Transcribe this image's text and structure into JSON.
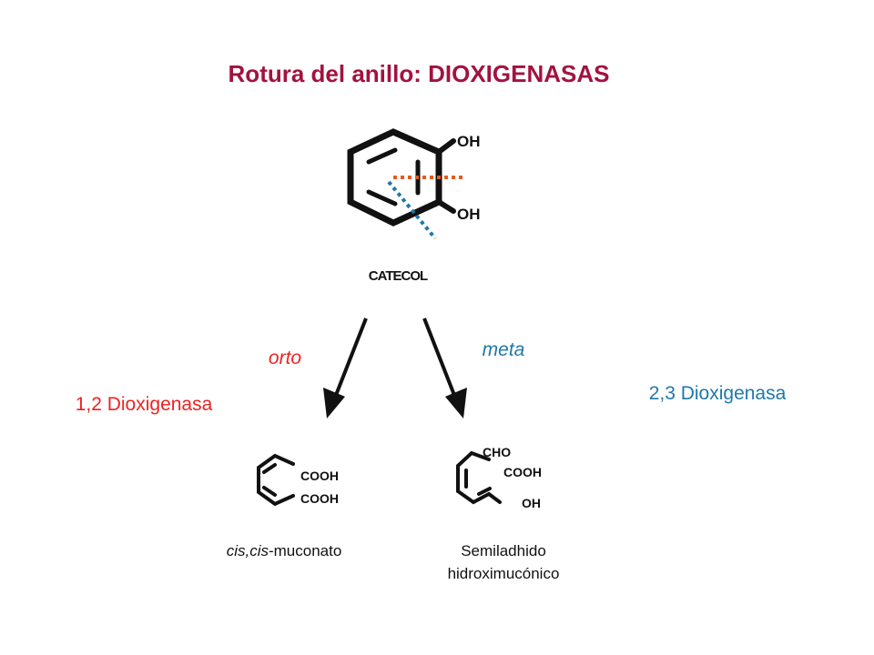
{
  "title": "Rotura del anillo: DIOXIGENASAS",
  "catechol": {
    "label": "CATECOL",
    "oh_top": "OH",
    "oh_bottom": "OH"
  },
  "pathways": {
    "orto": {
      "label": "orto",
      "enzyme": "1,2 Dioxigenasa",
      "color": "#ee2222"
    },
    "meta": {
      "label": "meta",
      "enzyme": "2,3 Dioxigenasa",
      "color": "#1f78a8"
    }
  },
  "products": {
    "muconate": {
      "cooh_top": "COOH",
      "cooh_bottom": "COOH",
      "name_italic": "cis,cis",
      "name_rest": "-muconato"
    },
    "semialdehyde": {
      "cho": "CHO",
      "cooh": "COOH",
      "oh": "OH",
      "name_line1": "Semiladhido",
      "name_line2": "hidroximucónico"
    }
  },
  "colors": {
    "title": "#a3123f",
    "ortho_cut": "#e85a1c",
    "meta_cut": "#1f78a8",
    "bonds": "#111111"
  }
}
